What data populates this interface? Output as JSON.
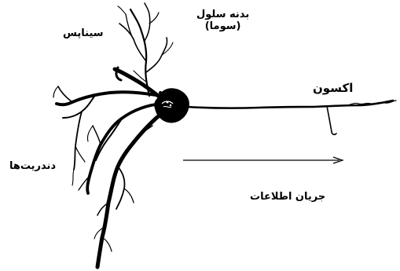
{
  "labels": {
    "synapse": "سیناپس",
    "soma_line1": "بدنه سلول",
    "soma_line2": "(سوما)",
    "axon": "اکسون",
    "dendrites": "دندریت‌ها",
    "info_flow": "جریان اطلاعات"
  },
  "colors": {
    "ink": "#000000",
    "background": "#ffffff"
  },
  "icons": {
    "flow_direction": "arrow-right-icon"
  }
}
